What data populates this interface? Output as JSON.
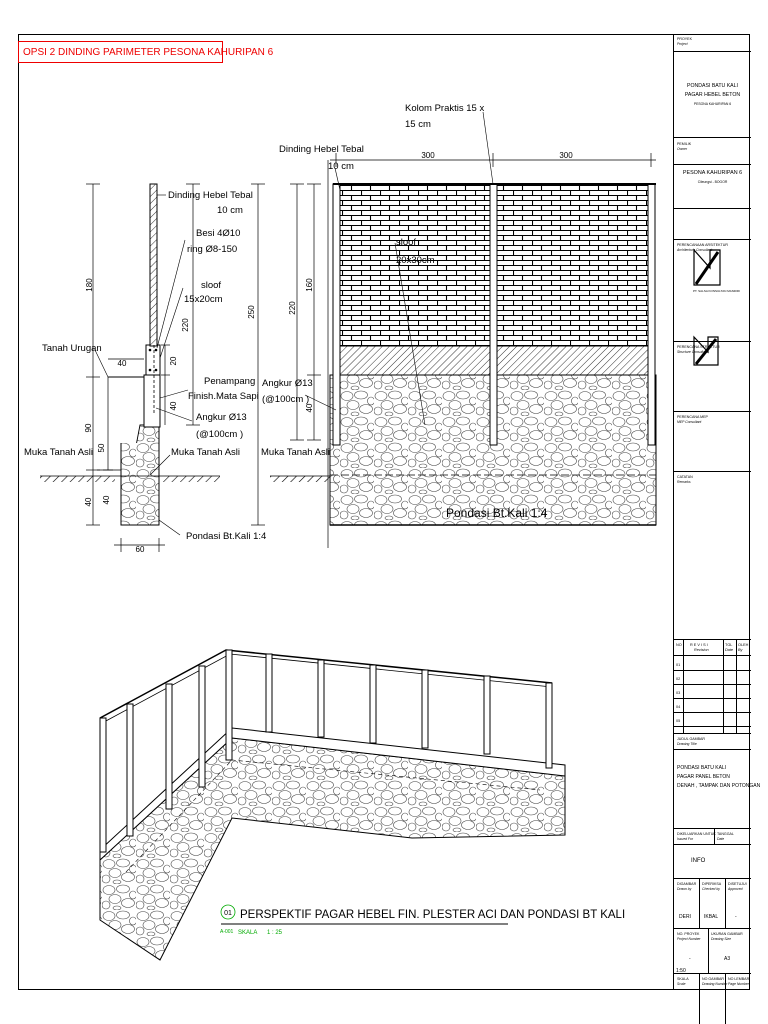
{
  "option_title": "OPSI 2 DINDING PARIMETER PESONA KAHURIPAN 6",
  "section_left": {
    "label_wall": "Dinding Hebel Tebal",
    "label_wall_2": "10 cm",
    "label_rebar": "Besi  4Ø10",
    "label_ring": "ring Ø8-150",
    "label_sloof": "sloof",
    "label_sloof_size": "15x20cm",
    "label_fill_soil": "Tanah Urugan",
    "label_finish": "Penampang",
    "label_finish_2": "Finish.Mata Sapi",
    "label_anchor": "Angkur Ø13",
    "label_anchor_2": "(@100cm )",
    "label_ground": "Muka Tanah Asli",
    "label_ground_2": "Muka Tanah Asli",
    "label_foundation": "Pondasi Bt.Kali 1:4",
    "dim_180": "180",
    "dim_220": "220",
    "dim_250": "250",
    "dim_40a": "40",
    "dim_20": "20",
    "dim_40b": "40",
    "dim_90": "90",
    "dim_50": "50",
    "dim_40c": "40",
    "dim_40d": "40",
    "dim_60": "60"
  },
  "elevation": {
    "label_column": "Kolom Praktis 15 x",
    "label_column_2": "15 cm",
    "label_wall": "Dinding Hebel Tebal",
    "label_wall_2": "10 cm",
    "label_sloof": "sloof",
    "label_sloof_size": "20x30cm",
    "label_anchor": "Angkur Ø13",
    "label_anchor_2": "(@100cm )",
    "label_ground": "Muka Tanah Asli",
    "label_foundation": "Pondasi Bt.Kali 1:4",
    "dim_300a": "300",
    "dim_300b": "300",
    "dim_220": "220",
    "dim_160": "160",
    "dim_40": "40"
  },
  "perspective": {
    "number": "01",
    "title": "PERSPEKTIF PAGAR HEBEL FIN. PLESTER ACI DAN PONDASI BT KALI",
    "ref": "A-001",
    "scale_label": "SKALA",
    "scale_value": "1 : 25"
  },
  "title_block": {
    "proyek_label": "PROYEK",
    "proyek_val": "Project",
    "proyek_title_1": "PONDASI BATU KALI",
    "proyek_title_2": "PAGAR HEBEL BETON",
    "proyek_sub": "PESONA KAHURIPAN 6",
    "lokasi_label": "PEMILIK",
    "lokasi_val": "Owner",
    "pemilik_title": "PESONA KAHURIPAN 6",
    "pemilik_sub": "Cileungsi - BOGOR",
    "arsitek_label": "PERENCANAAN ARSITEKTUR",
    "arsitek_val": "Architecture Consultant",
    "logo_caption": "PT. SALSA KONSULTAN MANDIRI",
    "struktur_label": "PERENCANA STRUKTUR",
    "struktur_val": "Structure Consultant",
    "mep_label": "PERENCANA MEP",
    "mep_val": "MEP Consultant",
    "catatan_label": "CATATAN",
    "catatan_val": "Remarks",
    "rev_no": "NO",
    "rev_title": "R E V I S I",
    "rev_sub": "Revision",
    "rev_tgl": "TGL",
    "rev_tgl_sub": "Date",
    "rev_oleh": "OLEH",
    "rev_oleh_sub": "By",
    "rev_rows": [
      "01",
      "02",
      "03",
      "04",
      "05"
    ],
    "judul_label": "JUDUL GAMBAR",
    "judul_val": "Drawing Title",
    "judul_1": "PONDASI BATU KALI",
    "judul_2": "PAGAR PANEL BETON",
    "judul_3": "DENAH , TAMPAK DAN POTONGAN",
    "dikeluarkan_label": "DIKELUARKAN UNTUK",
    "dikeluarkan_val": "Issued For",
    "tanggal_label": "TANGGAL",
    "tanggal_val": "Date",
    "info": "INFO",
    "digambar_label": "DIGAMBAR",
    "digambar_val": "Drawn by",
    "diperiksa_label": "DIPERIKSA",
    "diperiksa_val": "Checked by",
    "disetujui_label": "DISETUJUI",
    "disetujui_val": "Approved",
    "digambar_name": "DERI",
    "diperiksa_name": "IKBAL",
    "disetujui_name": "-",
    "no_proyek_label": "NO. PROYEK",
    "no_proyek_val": "Project Number",
    "ukuran_label": "UKURAN GAMBAR",
    "ukuran_val": "Drawing Size",
    "no_proyek": "-",
    "ukuran": "A3",
    "skala_label": "SKALA",
    "skala_val": "Scale",
    "no_gambar_label": "NO GAMBAR",
    "no_gambar_val": "Drawing Number",
    "no_lembar_label": "NO LEMBAR",
    "no_lembar_val": "Page Number",
    "skala": "1:50"
  }
}
